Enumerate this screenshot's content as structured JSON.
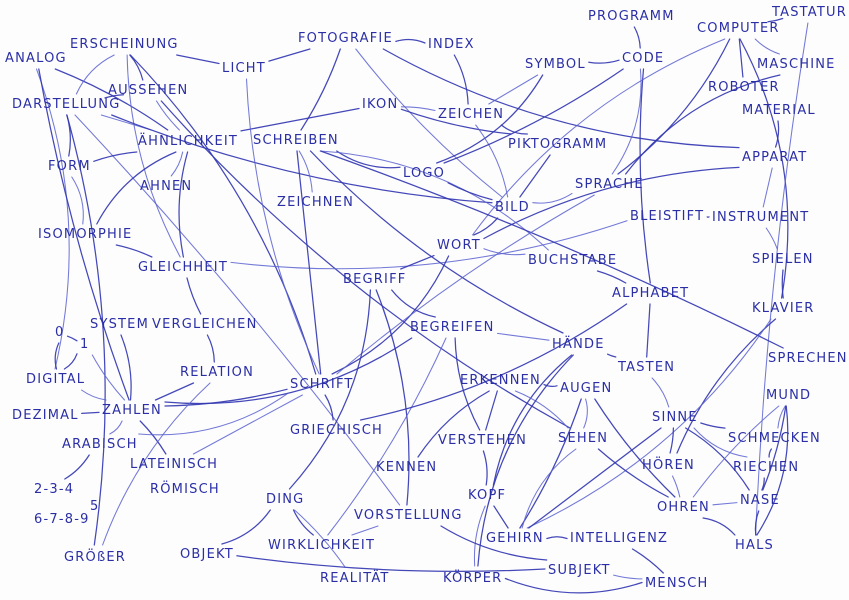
{
  "title": "Begriffsnetz (hand-drawn concept map)",
  "colors": {
    "ink": "#2b2fa6",
    "line": "#3438b2",
    "paper": "#fdfdfd"
  },
  "words": [
    {
      "id": "analog",
      "label": "ANALOG"
    },
    {
      "id": "erscheinung",
      "label": "ERSCHEINUNG"
    },
    {
      "id": "aussehen",
      "label": "AUSSEHEN"
    },
    {
      "id": "darstellung",
      "label": "DARSTELLUNG"
    },
    {
      "id": "aehnlichkeit",
      "label": "ÄHNLICHKEIT"
    },
    {
      "id": "licht",
      "label": "LICHT"
    },
    {
      "id": "fotografie",
      "label": "FOTOGRAFIE"
    },
    {
      "id": "index",
      "label": "INDEX"
    },
    {
      "id": "symbol",
      "label": "SYMBOL"
    },
    {
      "id": "programm",
      "label": "PROGRAMM"
    },
    {
      "id": "code",
      "label": "CODE"
    },
    {
      "id": "computer",
      "label": "COMPUTER"
    },
    {
      "id": "tastatur",
      "label": "TASTATUR"
    },
    {
      "id": "maschine",
      "label": "MASCHINE"
    },
    {
      "id": "roboter",
      "label": "ROBOTER"
    },
    {
      "id": "material",
      "label": "MATERIAL"
    },
    {
      "id": "apparat",
      "label": "APPARAT"
    },
    {
      "id": "ikon",
      "label": "IKON"
    },
    {
      "id": "zeichen",
      "label": "ZEICHEN"
    },
    {
      "id": "piktogramm",
      "label": "PIKTOGRAMM"
    },
    {
      "id": "schreiben",
      "label": "SCHREIBEN"
    },
    {
      "id": "logo",
      "label": "LOGO"
    },
    {
      "id": "form",
      "label": "FORM"
    },
    {
      "id": "ahnen",
      "label": "AHNEN"
    },
    {
      "id": "zeichnen",
      "label": "ZEICHNEN"
    },
    {
      "id": "bild",
      "label": "BILD"
    },
    {
      "id": "sprache",
      "label": "SPRACHE"
    },
    {
      "id": "bleistift",
      "label": "BLEISTIFT"
    },
    {
      "id": "instrument",
      "label": "INSTRUMENT"
    },
    {
      "id": "spielen",
      "label": "SPIELEN"
    },
    {
      "id": "isomorphie",
      "label": "ISOMORPHIE"
    },
    {
      "id": "gleichheit",
      "label": "GLEICHHEIT"
    },
    {
      "id": "wort",
      "label": "WORT"
    },
    {
      "id": "buchstabe",
      "label": "BUCHSTABE"
    },
    {
      "id": "begriff",
      "label": "BEGRIFF"
    },
    {
      "id": "alphabet",
      "label": "ALPHABET"
    },
    {
      "id": "klavier",
      "label": "KLAVIER"
    },
    {
      "id": "system",
      "label": "SYSTEM"
    },
    {
      "id": "vergleichen",
      "label": "VERGLEICHEN"
    },
    {
      "id": "begreifen",
      "label": "BEGREIFEN"
    },
    {
      "id": "haende",
      "label": "HÄNDE"
    },
    {
      "id": "tasten",
      "label": "TASTEN"
    },
    {
      "id": "sprechen",
      "label": "SPRECHEN"
    },
    {
      "id": "null",
      "label": "0"
    },
    {
      "id": "eins",
      "label": "1"
    },
    {
      "id": "digital",
      "label": "DIGITAL"
    },
    {
      "id": "relation",
      "label": "RELATION"
    },
    {
      "id": "schrift",
      "label": "SCHRIFT"
    },
    {
      "id": "erkennen",
      "label": "ERKENNEN"
    },
    {
      "id": "augen",
      "label": "AUGEN"
    },
    {
      "id": "mund",
      "label": "MUND"
    },
    {
      "id": "dezimal",
      "label": "DEZIMAL"
    },
    {
      "id": "zahlen",
      "label": "ZAHLEN"
    },
    {
      "id": "griechisch",
      "label": "GRIECHISCH"
    },
    {
      "id": "verstehen",
      "label": "VERSTEHEN"
    },
    {
      "id": "sehen",
      "label": "SEHEN"
    },
    {
      "id": "sinne",
      "label": "SINNE"
    },
    {
      "id": "schmecken",
      "label": "SCHMECKEN"
    },
    {
      "id": "arabisch",
      "label": "ARABISCH"
    },
    {
      "id": "lateinisch",
      "label": "LATEINISCH"
    },
    {
      "id": "roemisch",
      "label": "RÖMISCH"
    },
    {
      "id": "kennen",
      "label": "KENNEN"
    },
    {
      "id": "hoeren",
      "label": "HÖREN"
    },
    {
      "id": "riechen",
      "label": "RIECHEN"
    },
    {
      "id": "ziffern1",
      "label": "2-3-4"
    },
    {
      "id": "ziffer5",
      "label": "5"
    },
    {
      "id": "ziffern2",
      "label": "6-7-8-9"
    },
    {
      "id": "kopf",
      "label": "KOPF"
    },
    {
      "id": "ohren",
      "label": "OHREN"
    },
    {
      "id": "nase",
      "label": "NASE"
    },
    {
      "id": "ding",
      "label": "DING"
    },
    {
      "id": "vorstellung",
      "label": "VORSTELLUNG"
    },
    {
      "id": "objekt",
      "label": "OBJEKT"
    },
    {
      "id": "wirklichkeit",
      "label": "WIRKLICHKEIT"
    },
    {
      "id": "gehirn",
      "label": "GEHIRN"
    },
    {
      "id": "intelligenz",
      "label": "INTELLIGENZ"
    },
    {
      "id": "hals",
      "label": "HALS"
    },
    {
      "id": "groesser",
      "label": "GRÖßER"
    },
    {
      "id": "realitaet",
      "label": "REALITÄT"
    },
    {
      "id": "subjekt",
      "label": "SUBJEKT"
    },
    {
      "id": "koerper",
      "label": "KÖRPER"
    },
    {
      "id": "mensch",
      "label": "MENSCH"
    }
  ],
  "edges": [
    [
      "analog",
      "digital"
    ],
    [
      "analog",
      "aehnlichkeit"
    ],
    [
      "analog",
      "zahlen"
    ],
    [
      "erscheinung",
      "darstellung"
    ],
    [
      "erscheinung",
      "aussehen"
    ],
    [
      "erscheinung",
      "licht"
    ],
    [
      "erscheinung",
      "gleichheit"
    ],
    [
      "erscheinung",
      "schrift"
    ],
    [
      "aussehen",
      "darstellung"
    ],
    [
      "aussehen",
      "aehnlichkeit"
    ],
    [
      "aussehen",
      "sehen"
    ],
    [
      "darstellung",
      "form"
    ],
    [
      "darstellung",
      "aehnlichkeit"
    ],
    [
      "darstellung",
      "bild"
    ],
    [
      "darstellung",
      "groesser"
    ],
    [
      "darstellung",
      "vorstellung"
    ],
    [
      "aehnlichkeit",
      "form"
    ],
    [
      "aehnlichkeit",
      "isomorphie"
    ],
    [
      "aehnlichkeit",
      "ahnen"
    ],
    [
      "aehnlichkeit",
      "ikon"
    ],
    [
      "aehnlichkeit",
      "gleichheit"
    ],
    [
      "form",
      "isomorphie"
    ],
    [
      "isomorphie",
      "gleichheit"
    ],
    [
      "gleichheit",
      "vergleichen"
    ],
    [
      "gleichheit",
      "bleistift"
    ],
    [
      "vergleichen",
      "relation"
    ],
    [
      "licht",
      "fotografie"
    ],
    [
      "licht",
      "schrift"
    ],
    [
      "fotografie",
      "index"
    ],
    [
      "fotografie",
      "schreiben"
    ],
    [
      "fotografie",
      "bild"
    ],
    [
      "fotografie",
      "apparat"
    ],
    [
      "index",
      "zeichen"
    ],
    [
      "symbol",
      "zeichen"
    ],
    [
      "symbol",
      "code"
    ],
    [
      "symbol",
      "logo"
    ],
    [
      "ikon",
      "zeichen"
    ],
    [
      "ikon",
      "piktogramm"
    ],
    [
      "zeichen",
      "piktogramm"
    ],
    [
      "zeichen",
      "bild"
    ],
    [
      "piktogramm",
      "bild"
    ],
    [
      "code",
      "programm"
    ],
    [
      "code",
      "sprache"
    ],
    [
      "code",
      "logo"
    ],
    [
      "code",
      "alphabet"
    ],
    [
      "computer",
      "wort"
    ],
    [
      "computer",
      "sprache"
    ],
    [
      "computer",
      "roboter"
    ],
    [
      "computer",
      "maschine"
    ],
    [
      "computer",
      "klavier"
    ],
    [
      "computer",
      "tastatur"
    ],
    [
      "tastatur",
      "hals"
    ],
    [
      "maschine",
      "sprache"
    ],
    [
      "material",
      "apparat"
    ],
    [
      "apparat",
      "instrument"
    ],
    [
      "apparat",
      "wort"
    ],
    [
      "instrument",
      "bleistift"
    ],
    [
      "instrument",
      "spielen"
    ],
    [
      "spielen",
      "klavier"
    ],
    [
      "schreiben",
      "logo"
    ],
    [
      "schreiben",
      "zeichnen"
    ],
    [
      "schreiben",
      "schrift"
    ],
    [
      "schreiben",
      "haende"
    ],
    [
      "schreiben",
      "buchstabe"
    ],
    [
      "schreiben",
      "sprechen"
    ],
    [
      "logo",
      "bild"
    ],
    [
      "bild",
      "sprache"
    ],
    [
      "bild",
      "wort"
    ],
    [
      "wort",
      "begriff"
    ],
    [
      "wort",
      "buchstabe"
    ],
    [
      "wort",
      "schrift"
    ],
    [
      "buchstabe",
      "alphabet"
    ],
    [
      "sprache",
      "schrift"
    ],
    [
      "begriff",
      "begreifen"
    ],
    [
      "begriff",
      "vorstellung"
    ],
    [
      "begreifen",
      "haende"
    ],
    [
      "begreifen",
      "verstehen"
    ],
    [
      "begreifen",
      "zahlen"
    ],
    [
      "begreifen",
      "wirklichkeit"
    ],
    [
      "haende",
      "tasten"
    ],
    [
      "haende",
      "kopf"
    ],
    [
      "tasten",
      "sinne"
    ],
    [
      "tasten",
      "alphabet"
    ],
    [
      "klavier",
      "hoeren"
    ],
    [
      "klavier",
      "gehirn"
    ],
    [
      "sinne",
      "hoeren"
    ],
    [
      "sinne",
      "schmecken"
    ],
    [
      "sinne",
      "riechen"
    ],
    [
      "sinne",
      "nase"
    ],
    [
      "sinne",
      "gehirn"
    ],
    [
      "mund",
      "schmecken"
    ],
    [
      "mund",
      "hals"
    ],
    [
      "mund",
      "nase"
    ],
    [
      "mund",
      "ohren"
    ],
    [
      "schmecken",
      "riechen"
    ],
    [
      "riechen",
      "nase"
    ],
    [
      "nase",
      "ohren"
    ],
    [
      "nase",
      "hals"
    ],
    [
      "ohren",
      "hals"
    ],
    [
      "hoeren",
      "ohren"
    ],
    [
      "sehen",
      "ohren"
    ],
    [
      "erkennen",
      "augen"
    ],
    [
      "erkennen",
      "sehen"
    ],
    [
      "erkennen",
      "verstehen"
    ],
    [
      "erkennen",
      "kennen"
    ],
    [
      "augen",
      "sehen"
    ],
    [
      "augen",
      "gehirn"
    ],
    [
      "augen",
      "ohren"
    ],
    [
      "sehen",
      "gehirn"
    ],
    [
      "verstehen",
      "kopf"
    ],
    [
      "kopf",
      "gehirn"
    ],
    [
      "kopf",
      "koerper"
    ],
    [
      "gehirn",
      "intelligenz"
    ],
    [
      "intelligenz",
      "mensch"
    ],
    [
      "subjekt",
      "mensch"
    ],
    [
      "koerper",
      "mensch"
    ],
    [
      "subjekt",
      "vorstellung"
    ],
    [
      "vorstellung",
      "wirklichkeit"
    ],
    [
      "ding",
      "wirklichkeit"
    ],
    [
      "ding",
      "objekt"
    ],
    [
      "ding",
      "realitaet"
    ],
    [
      "objekt",
      "subjekt"
    ],
    [
      "ding",
      "begriff"
    ],
    [
      "zahlen",
      "digital"
    ],
    [
      "zahlen",
      "dezimal"
    ],
    [
      "zahlen",
      "system"
    ],
    [
      "zahlen",
      "arabisch"
    ],
    [
      "zahlen",
      "lateinisch"
    ],
    [
      "zahlen",
      "schrift"
    ],
    [
      "arabisch",
      "schrift"
    ],
    [
      "arabisch",
      "ziffern1"
    ],
    [
      "relation",
      "zahlen"
    ],
    [
      "relation",
      "groesser"
    ],
    [
      "digital",
      "null"
    ],
    [
      "null",
      "eins"
    ],
    [
      "eins",
      "zahlen"
    ],
    [
      "digital",
      "eins"
    ],
    [
      "schrift",
      "griechisch"
    ],
    [
      "lateinisch",
      "schrift"
    ],
    [
      "griechisch",
      "alphabet"
    ],
    [
      "koerper",
      "haende"
    ]
  ]
}
